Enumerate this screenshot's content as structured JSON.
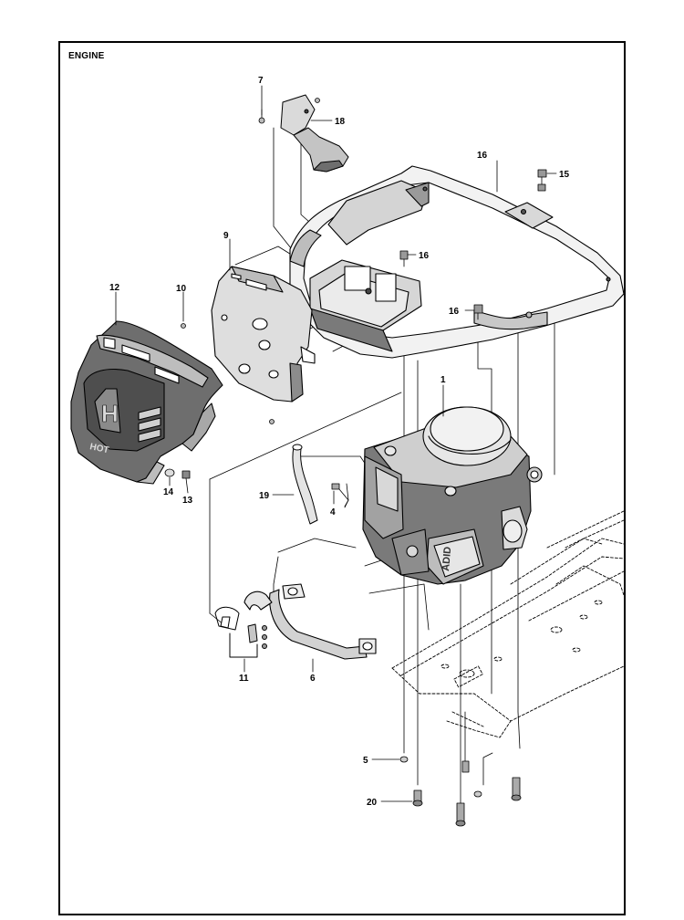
{
  "title": "ENGINE",
  "callouts": [
    {
      "id": "c1",
      "text": "1"
    },
    {
      "id": "c4",
      "text": "4"
    },
    {
      "id": "c5",
      "text": "5"
    },
    {
      "id": "c6",
      "text": "6"
    },
    {
      "id": "c7",
      "text": "7"
    },
    {
      "id": "c9",
      "text": "9"
    },
    {
      "id": "c10",
      "text": "10"
    },
    {
      "id": "c11",
      "text": "11"
    },
    {
      "id": "c12",
      "text": "12"
    },
    {
      "id": "c13",
      "text": "13"
    },
    {
      "id": "c14",
      "text": "14"
    },
    {
      "id": "c15",
      "text": "15"
    },
    {
      "id": "c16a",
      "text": "16"
    },
    {
      "id": "c16b",
      "text": "16"
    },
    {
      "id": "c16c",
      "text": "16"
    },
    {
      "id": "c18",
      "text": "18"
    },
    {
      "id": "c19",
      "text": "19"
    },
    {
      "id": "c20",
      "text": "20"
    }
  ],
  "embossed": {
    "hood_badge": "H",
    "hood_model": "HOT",
    "engine_label": "ADID"
  },
  "colors": {
    "line": "#000000",
    "fill_light": "#e4e4e4",
    "fill_mid": "#bdbdbd",
    "fill_dark": "#6e6e6e",
    "background": "#ffffff"
  }
}
